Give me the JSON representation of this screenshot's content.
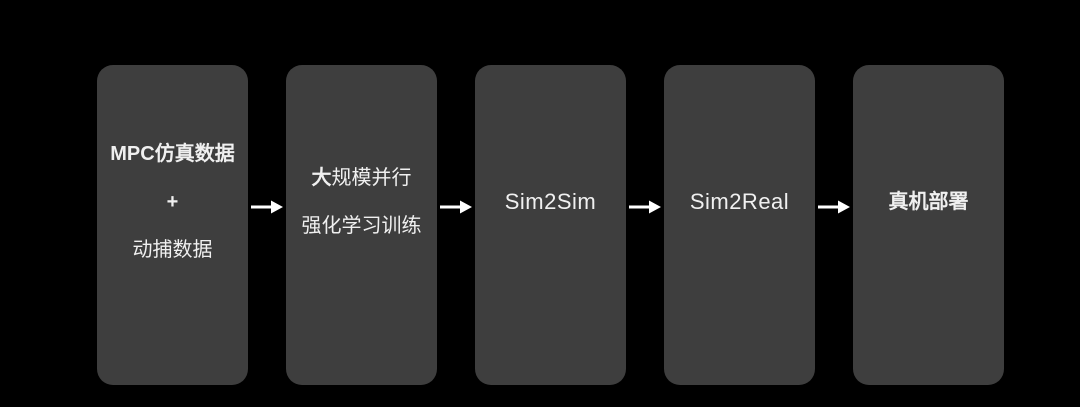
{
  "diagram": {
    "title": "humanoid-rl-training-pipeline",
    "background_color": "#000000",
    "node_color": "#3e3e3e",
    "text_color": "#f0f0f0",
    "arrow_color": "#ffffff",
    "flow_order": [
      "data-sources",
      "rl-training",
      "sim2sim",
      "sim2real",
      "deployment"
    ],
    "nodes": {
      "data_sources": {
        "line1": "MPC仿真数据",
        "plus": "+",
        "line2": "动捕数据"
      },
      "rl_training": {
        "line1_bold": "大",
        "line1_rest": "规模并行",
        "line2": "强化学习训练"
      },
      "sim2sim": {
        "label": "Sim2Sim"
      },
      "sim2real": {
        "label": "Sim2Real"
      },
      "deployment": {
        "label": "真机部署"
      }
    }
  }
}
